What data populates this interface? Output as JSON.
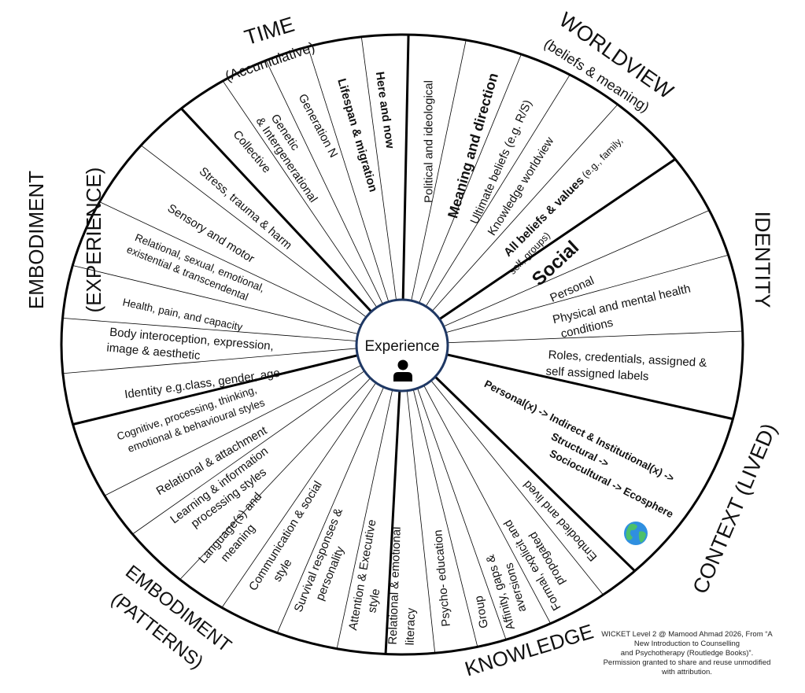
{
  "center": {
    "label": "Experience",
    "icon": "person-icon"
  },
  "sections": {
    "time": {
      "title": "TIME",
      "subtitle": "(Accumulative)",
      "items": [
        {
          "lines": [
            "Here and now"
          ]
        },
        {
          "lines": [
            "Lifespan & migration"
          ]
        },
        {
          "lines": [
            "Generation N"
          ]
        },
        {
          "lines": [
            "Genetic",
            "& Intergenerational"
          ]
        },
        {
          "lines": [
            "Collective"
          ]
        }
      ]
    },
    "worldview": {
      "title": "WORLDVIEW",
      "subtitle": "(beliefs & meaning)",
      "items": [
        {
          "lines": [
            "Political and ideological"
          ]
        },
        {
          "lines": [
            "Meaning and direction"
          ]
        },
        {
          "lines": [
            "Ultimate beliefs (e.g. R/S)"
          ]
        },
        {
          "lines": [
            "Knowledge worldview"
          ]
        },
        {
          "bold": "All beliefs & values",
          "rest": " (e.g., family,",
          "line2": "self, groups)"
        }
      ]
    },
    "identity": {
      "title": "IDENTITY",
      "items": [
        {
          "lines": [
            "Social"
          ]
        },
        {
          "lines": [
            "Personal"
          ]
        },
        {
          "lines": [
            "Physical and mental health",
            "conditions"
          ]
        },
        {
          "lines": [
            "Roles, credentials, assigned &",
            "self assigned labels"
          ]
        }
      ]
    },
    "context": {
      "title": "CONTEXT (LIVED)",
      "items": [
        {
          "lines": [
            "Personal(x) -> Indirect & Institutional(x) ->",
            "Structural ->",
            "Sociocultural ->  Ecosphere"
          ]
        }
      ],
      "icon": "earth-globe-icon"
    },
    "knowledge": {
      "title": "KNOWLEDGE",
      "items": [
        {
          "lines": [
            "Relational &  emotional",
            "literacy"
          ]
        },
        {
          "lines": [
            "Psycho- education"
          ]
        },
        {
          "lines": [
            "Group"
          ]
        },
        {
          "lines": [
            "Affinity, gaps &",
            "aversions"
          ]
        },
        {
          "lines": [
            "Formal, explicit and",
            "propogated"
          ]
        },
        {
          "lines": [
            "Embodied and lived"
          ]
        }
      ]
    },
    "patterns": {
      "title": "EMBODIMENT",
      "subtitle": "(PATTERNS)",
      "items": [
        {
          "lines": [
            "Attention & Executive",
            "style"
          ]
        },
        {
          "lines": [
            "Survival responses &",
            "personality"
          ]
        },
        {
          "lines": [
            "Communication & social",
            "style"
          ]
        },
        {
          "lines": [
            "Language(s) and",
            "meaning"
          ]
        },
        {
          "lines": [
            "Learning & information",
            "processing styles"
          ]
        },
        {
          "lines": [
            "Relational & attachment"
          ]
        },
        {
          "lines": [
            "Cognitive, processing, thinking,",
            "emotional & behavioural styles"
          ]
        }
      ]
    },
    "experience": {
      "title": "EMBODIMENT",
      "subtitle": "(EXPERIENCE)",
      "items": [
        {
          "lines": [
            "Stress, trauma & harm"
          ]
        },
        {
          "lines": [
            "Sensory and motor"
          ]
        },
        {
          "lines": [
            "Relational, sexual, emotional,",
            "existential & transcendental"
          ]
        },
        {
          "lines": [
            "Health, pain, and capacity"
          ]
        },
        {
          "lines": [
            "Body interoception, expression,",
            "image & aesthetic"
          ]
        },
        {
          "lines": [
            "Identity e.g.class, gender, age"
          ]
        }
      ]
    }
  },
  "footer": {
    "lines": [
      "WICKET Level 2 @ Mamood Ahmad 2026, From “A",
      "New Introduction to Counselling",
      "and Psychotherapy (Routledge Books)”.",
      "Permission granted to share and reuse unmodified",
      "with attribution."
    ]
  },
  "colors": {
    "outline": "#000000",
    "center_ring": "#1f3864",
    "text": "#111111"
  }
}
